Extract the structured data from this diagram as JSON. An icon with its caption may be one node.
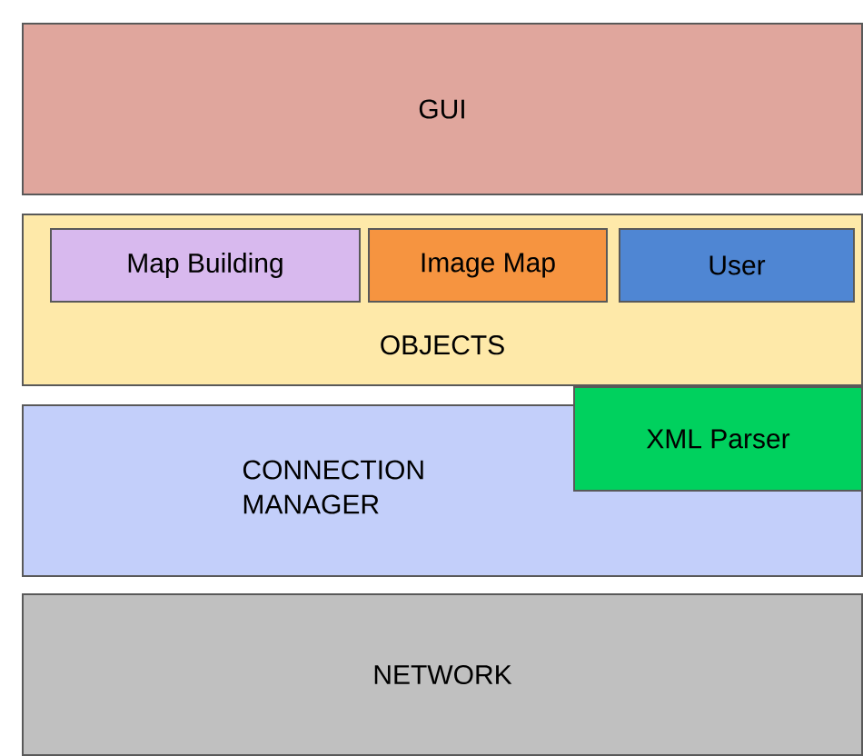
{
  "diagram": {
    "nodes": [
      {
        "text": [
          "GUI"
        ]
      },
      {
        "text": [
          "OBJECTS"
        ]
      },
      {
        "text": [
          "Map Building"
        ],
        "in": 1
      },
      {
        "text": [
          "Image Map"
        ],
        "in": 1
      },
      {
        "text": [
          "User"
        ],
        "in": 1
      },
      {
        "text": [
          "CONNECTION MANAGER"
        ]
      },
      {
        "text": [
          "XML Parser"
        ]
      },
      {
        "text": [
          "NETWORK"
        ]
      }
    ]
  }
}
